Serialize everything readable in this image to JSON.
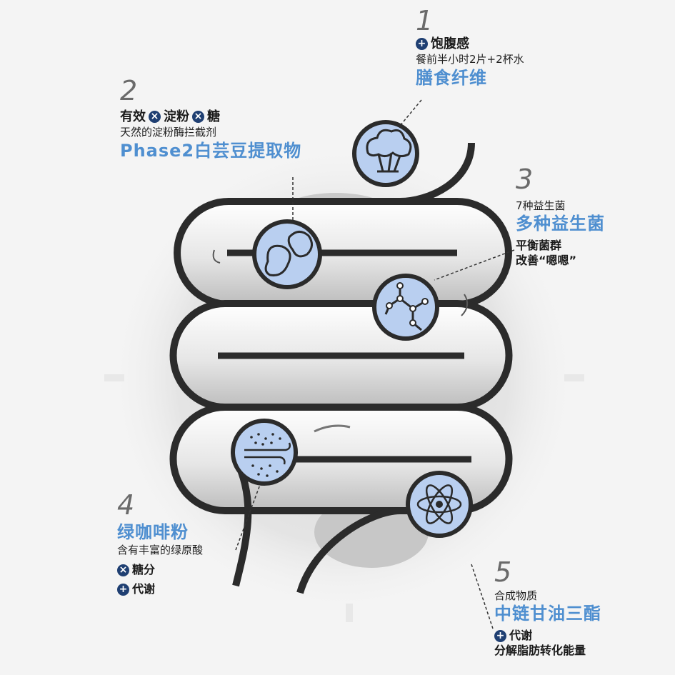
{
  "items": [
    {
      "number": "1",
      "line1_mark": "+",
      "line1_text": "饱腹感",
      "desc": "餐前半小时2片+2杯水",
      "name": "膳食纤维",
      "icon": "broccoli-icon"
    },
    {
      "number": "2",
      "line1_a": "有效",
      "line1_mark1": "×",
      "line1_b": "淀粉",
      "line1_mark2": "×",
      "line1_c": "糖",
      "desc": "天然的淀粉酶拦截剂",
      "name": "Phase2白芸豆提取物",
      "icon": "beans-icon"
    },
    {
      "number": "3",
      "desc": "7种益生菌",
      "name": "多种益生菌",
      "line3": "平衡菌群",
      "line4": "改善“嗯嗯”",
      "icon": "molecule-icon"
    },
    {
      "number": "4",
      "name": "绿咖啡粉",
      "desc": "含有丰富的绿原酸",
      "line3_mark": "×",
      "line3_text": "糖分",
      "line4_mark": "+",
      "line4_text": "代谢",
      "icon": "particles-icon"
    },
    {
      "number": "5",
      "desc": "合成物质",
      "name": "中链甘油三酯",
      "line3_mark": "+",
      "line3_text": "代谢",
      "line4": "分解脂肪转化能量",
      "icon": "atom-icon"
    }
  ],
  "colors": {
    "accent_blue": "#4f8fd0",
    "icon_fill": "#b9cff0",
    "mark_navy": "#1f3f72",
    "outline": "#2b2b2b"
  }
}
